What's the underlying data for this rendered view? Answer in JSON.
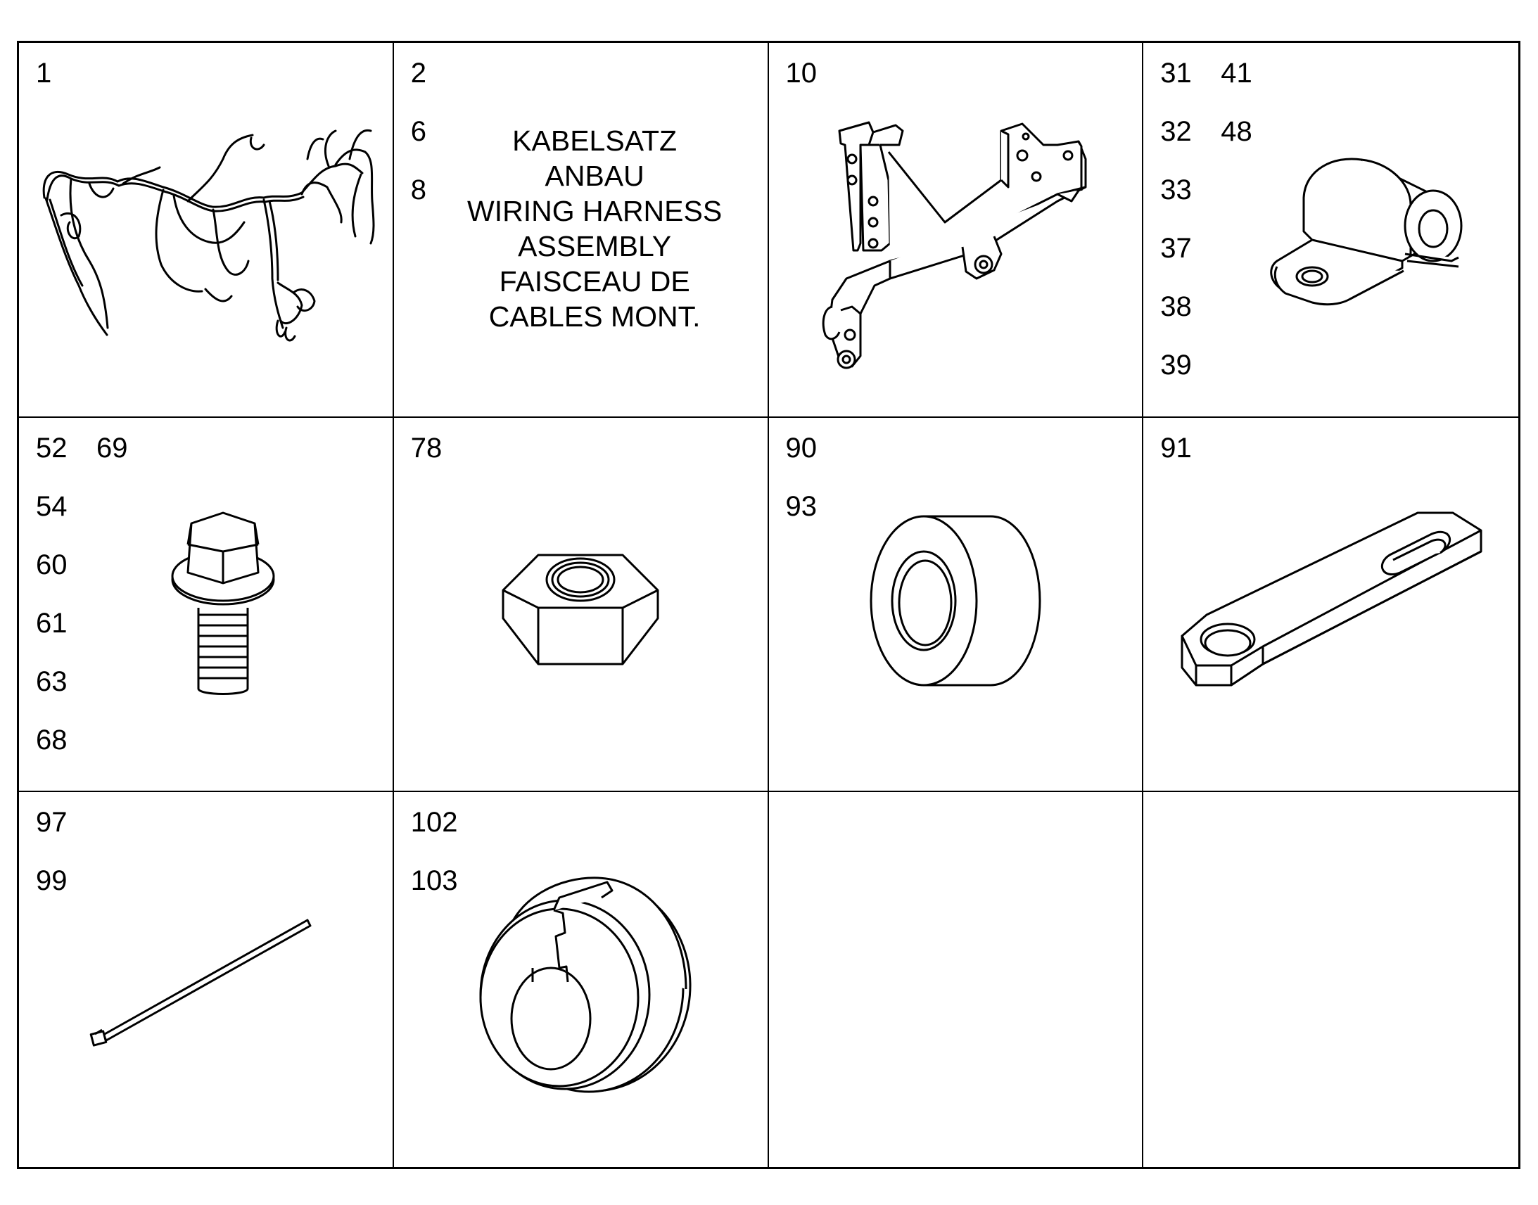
{
  "cells": [
    {
      "id": "harness",
      "numbers": [
        [
          "1"
        ]
      ],
      "icon": "wiring-harness-icon"
    },
    {
      "id": "label",
      "numbers": [
        [
          "2"
        ],
        [
          "6"
        ],
        [
          "8"
        ]
      ],
      "title_lines": [
        "KABELSATZ",
        "ANBAU",
        "WIRING HARNESS",
        "ASSEMBLY",
        "FAISCEAU DE",
        "CABLES MONT."
      ]
    },
    {
      "id": "bracket",
      "numbers": [
        [
          "10"
        ]
      ],
      "icon": "mounting-bracket-icon"
    },
    {
      "id": "clamp",
      "numbers": [
        [
          "31",
          "41"
        ],
        [
          "32",
          "48"
        ],
        [
          "33"
        ],
        [
          "37"
        ],
        [
          "38"
        ],
        [
          "39"
        ]
      ],
      "icon": "p-clamp-icon"
    },
    {
      "id": "bolt",
      "numbers": [
        [
          "52",
          "69"
        ],
        [
          "54"
        ],
        [
          "60"
        ],
        [
          "61"
        ],
        [
          "63"
        ],
        [
          "68"
        ]
      ],
      "icon": "flange-bolt-icon"
    },
    {
      "id": "nut",
      "numbers": [
        [
          "78"
        ]
      ],
      "icon": "hex-nut-icon"
    },
    {
      "id": "spacer",
      "numbers": [
        [
          "90"
        ],
        [
          "93"
        ]
      ],
      "icon": "spacer-bushing-icon"
    },
    {
      "id": "plate",
      "numbers": [
        [
          "91"
        ]
      ],
      "icon": "slotted-plate-icon"
    },
    {
      "id": "tie",
      "numbers": [
        [
          "97"
        ],
        [
          "99"
        ]
      ],
      "icon": "cable-tie-icon"
    },
    {
      "id": "grommet",
      "numbers": [
        [
          "102"
        ],
        [
          "103"
        ]
      ],
      "icon": "split-grommet-icon"
    },
    {
      "id": "empty-1",
      "numbers": []
    },
    {
      "id": "empty-2",
      "numbers": []
    }
  ]
}
